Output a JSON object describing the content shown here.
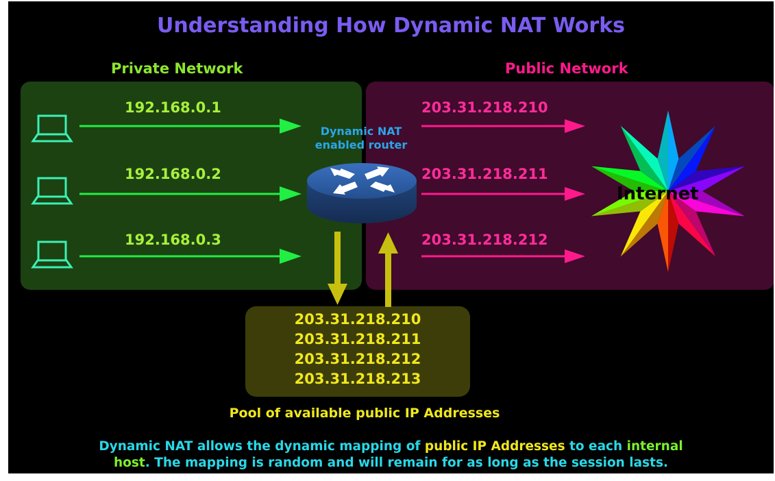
{
  "title": "Understanding How Dynamic NAT Works",
  "private_network": {
    "label": "Private Network",
    "hosts": [
      "192.168.0.1",
      "192.168.0.2",
      "192.168.0.3"
    ]
  },
  "router": {
    "label": "Dynamic NAT enabled router",
    "icon": "router-icon"
  },
  "public_network": {
    "label": "Public Network",
    "addresses": [
      "203.31.218.210",
      "203.31.218.211",
      "203.31.218.212"
    ],
    "internet_label": "Internet"
  },
  "pool": {
    "addresses": [
      "203.31.218.210",
      "203.31.218.211",
      "203.31.218.212",
      "203.31.218.213"
    ],
    "caption": "Pool of available public IP Addresses"
  },
  "footer": {
    "part1": "Dynamic NAT",
    "part2": " allows the dynamic mapping  of ",
    "part3": "public IP Addresses",
    "part4": " to each ",
    "part5": "internal",
    "part6": "host",
    "part7": ". The mapping is random and will remain for as long as the session lasts."
  },
  "colors": {
    "title": "#7a5cf0",
    "private": "#8ce62e",
    "public": "#ff1a8c",
    "pool": "#f0e81c",
    "router_label": "#2aa6e8",
    "laptop": "#3cf0b4"
  }
}
